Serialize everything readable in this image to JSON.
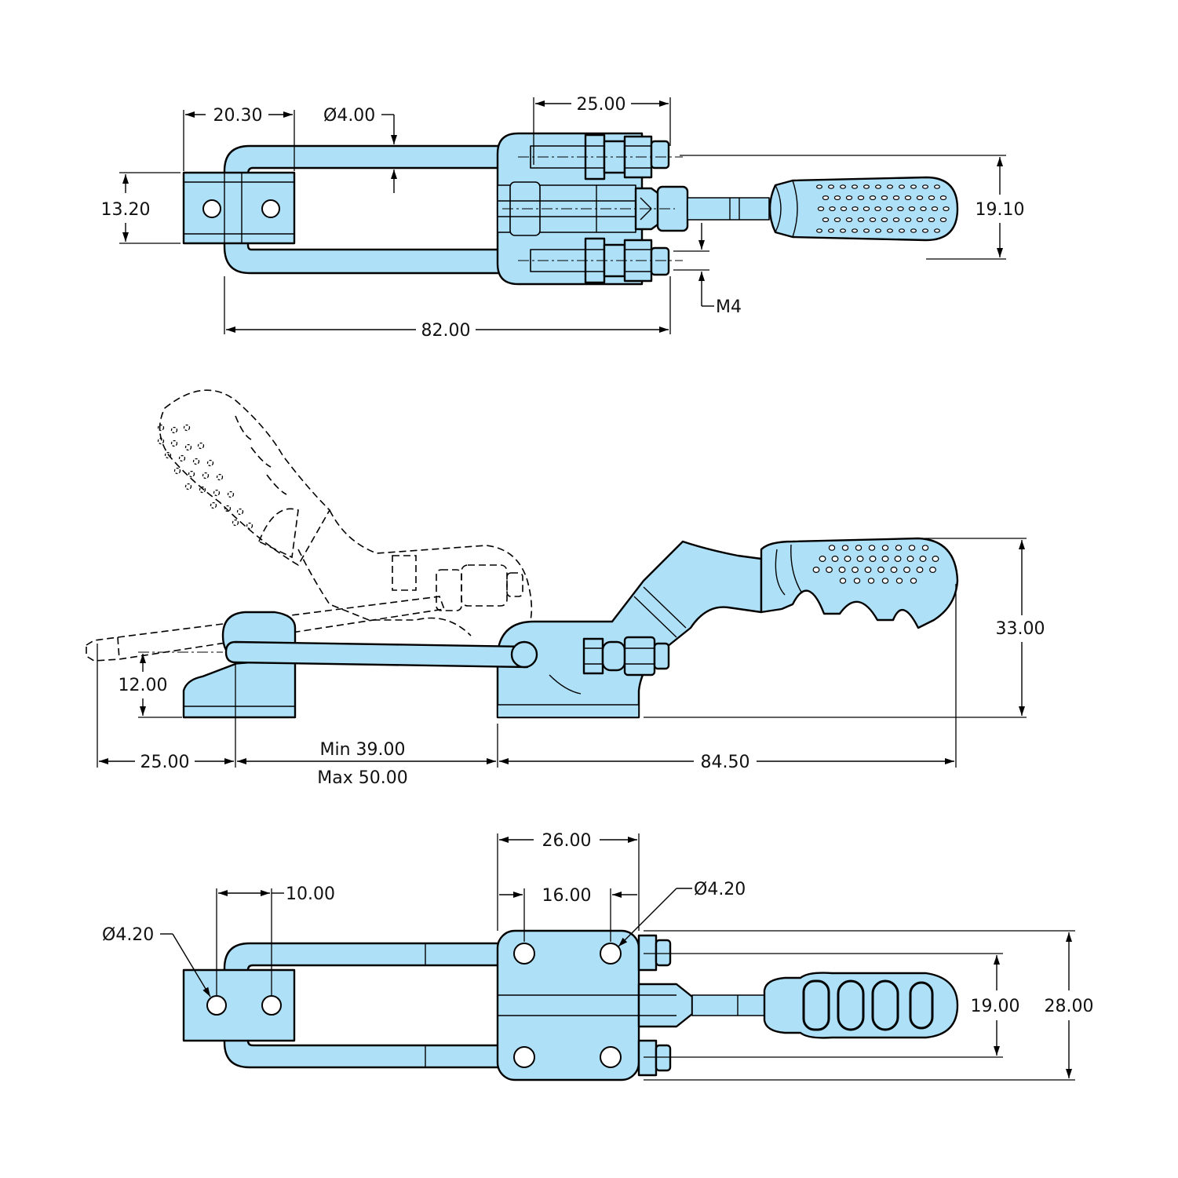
{
  "diagram": {
    "background": "#ffffff",
    "part_color": "#aee1f7",
    "line_color": "#000000"
  },
  "top_view": {
    "dims": {
      "arm_length": "20.30",
      "rod_diameter": "Ø4.00",
      "mount_spacing": "25.00",
      "body_height": "13.20",
      "handle_width": "19.10",
      "thread": "M4",
      "overall_length": "82.00"
    }
  },
  "side_view": {
    "dims": {
      "handle_height": "33.00",
      "hook_height": "12.00",
      "hook_reach": "25.00",
      "gap_min": "Min 39.00",
      "gap_max": "Max 50.00",
      "base_to_handle": "84.50"
    }
  },
  "bottom_view": {
    "dims": {
      "outer_spacing": "26.00",
      "hole_spacing_x": "16.00",
      "hole_diameter_right": "Ø4.20",
      "keeper_spacing": "10.00",
      "hole_diameter_left": "Ø4.20",
      "hole_spacing_y": "19.00",
      "overall_width": "28.00"
    }
  }
}
